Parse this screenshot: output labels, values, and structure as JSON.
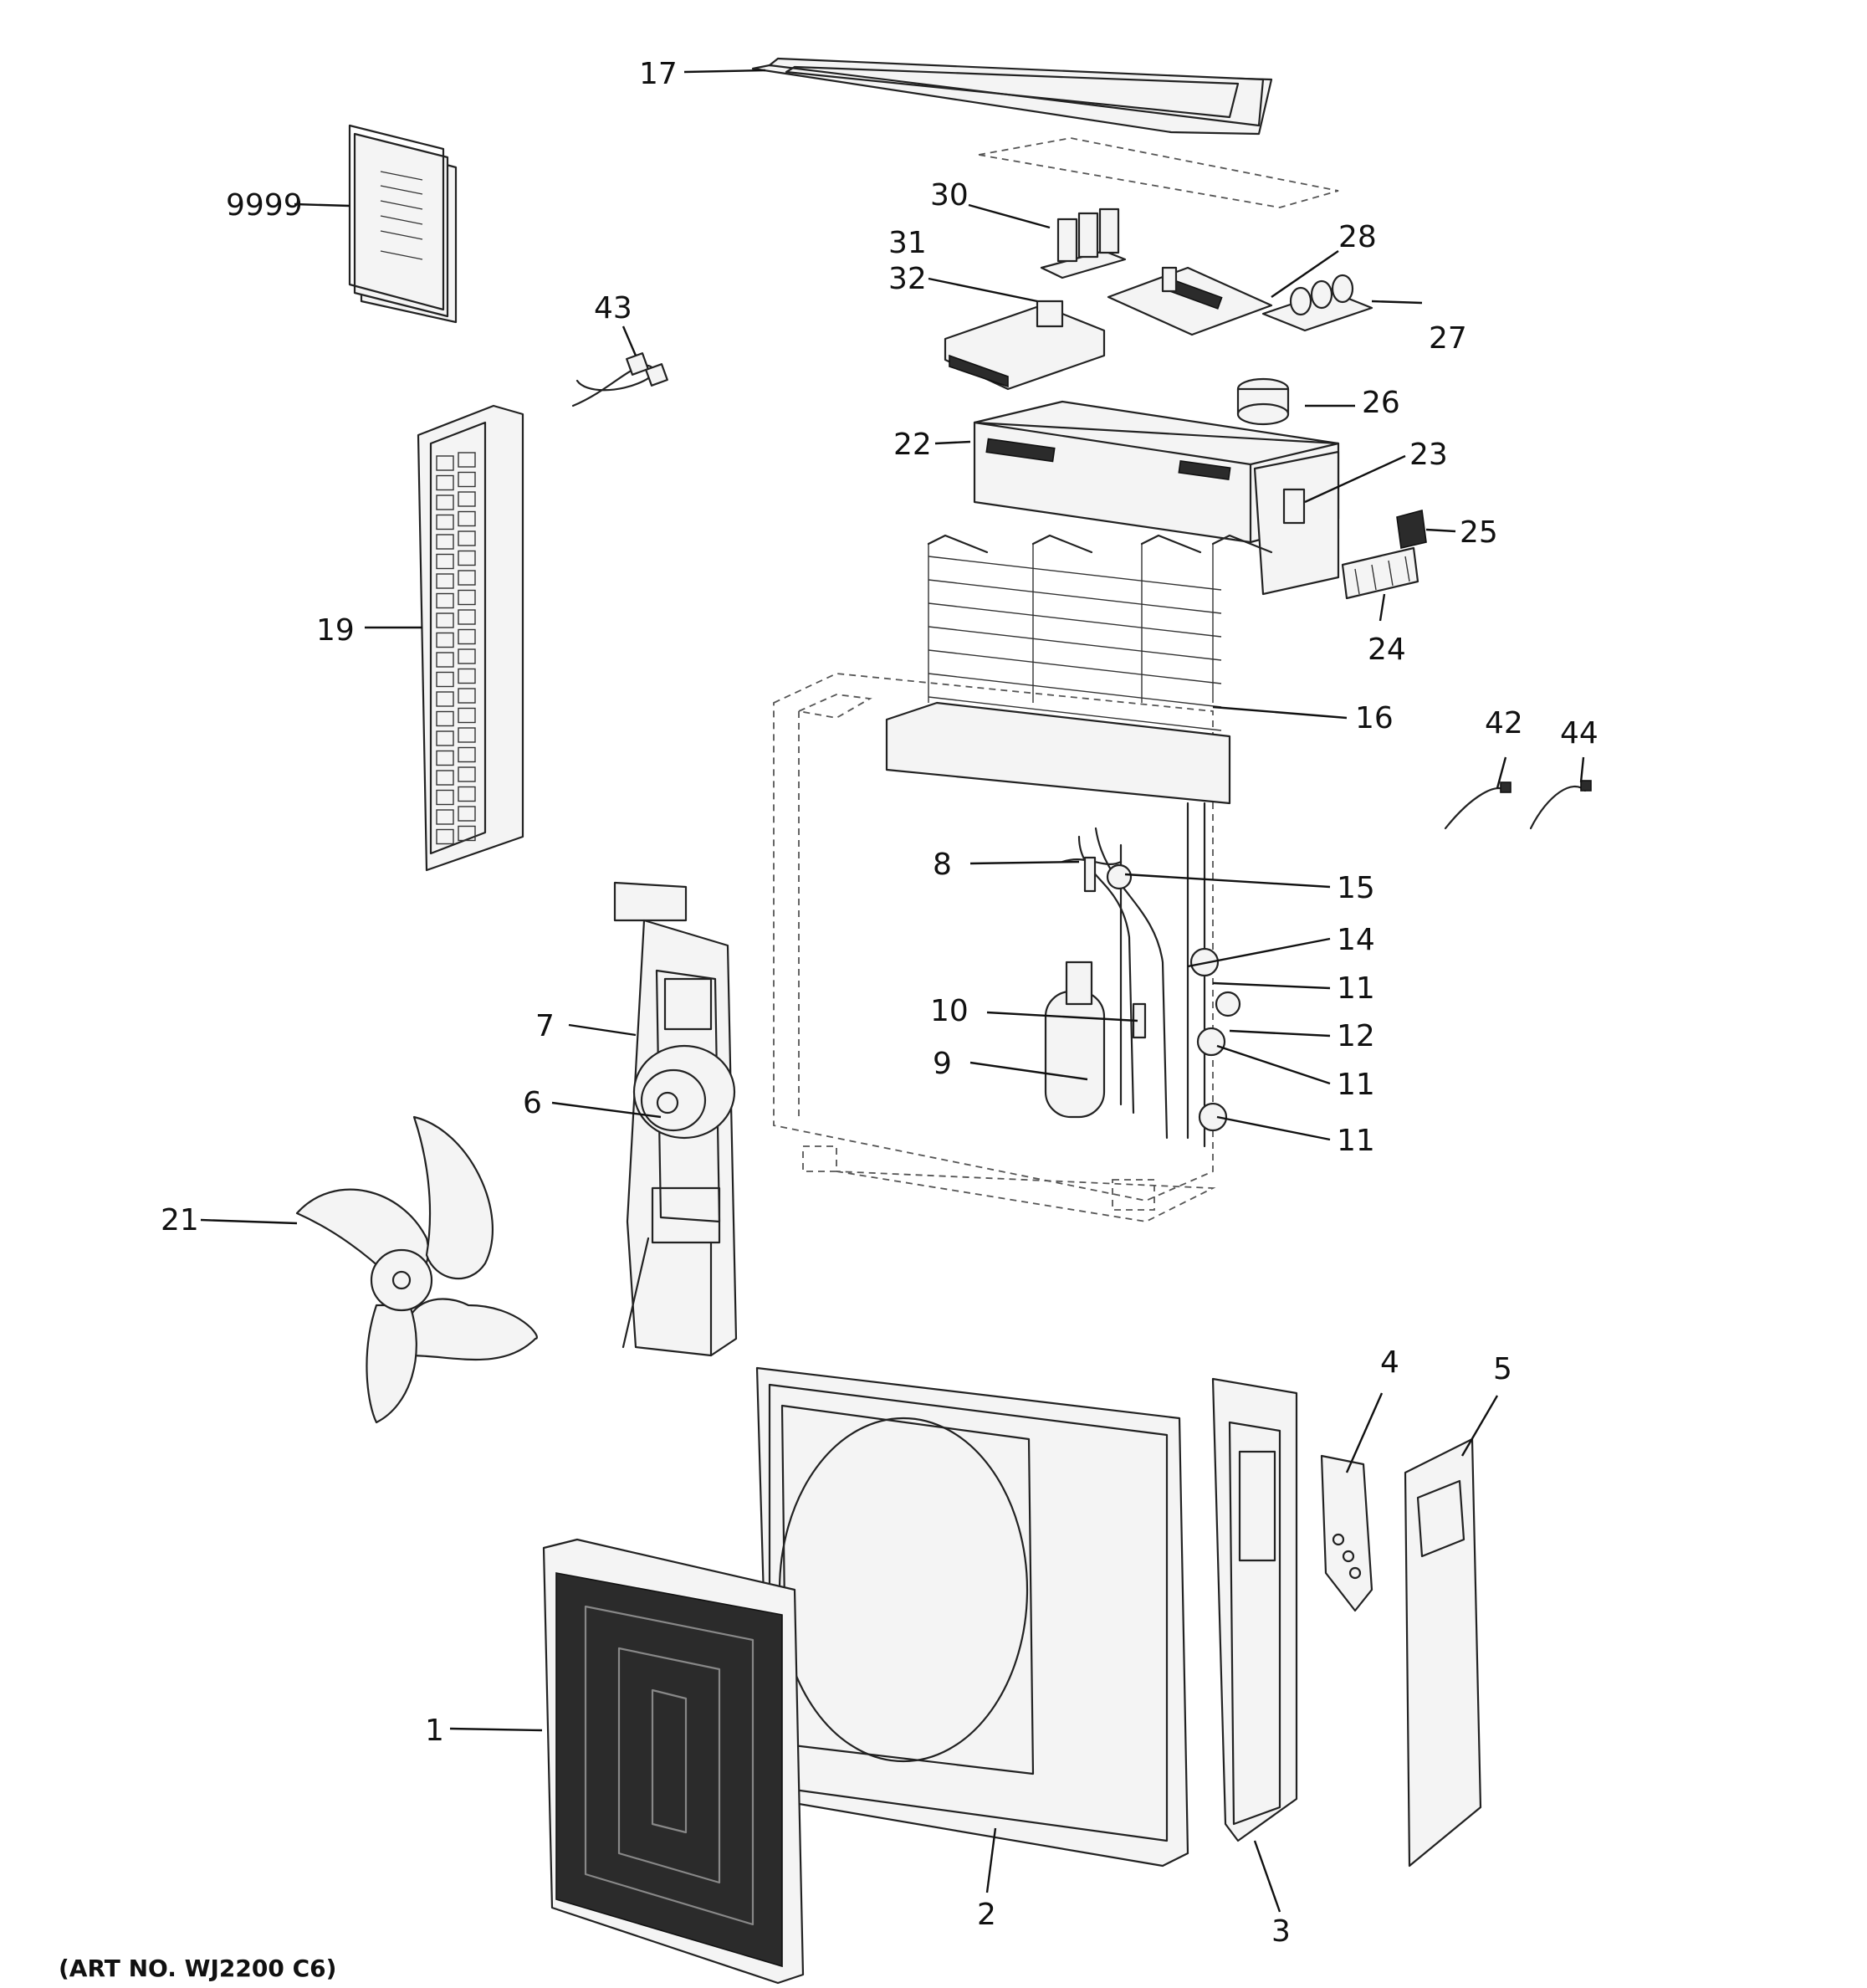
{
  "art_number": "(ART NO. WJ2200 C6)",
  "callouts": {
    "c17": "17",
    "c9999": "9999",
    "c30": "30",
    "c31": "31",
    "c32": "32",
    "c28": "28",
    "c27": "27",
    "c43": "43",
    "c26": "26",
    "c22": "22",
    "c23": "23",
    "c25": "25",
    "c19": "19",
    "c24": "24",
    "c16": "16",
    "c42": "42",
    "c44": "44",
    "c8": "8",
    "c15": "15",
    "c14": "14",
    "c11a": "11",
    "c10": "10",
    "c12": "12",
    "c7": "7",
    "c9": "9",
    "c11b": "11",
    "c6": "6",
    "c11c": "11",
    "c21": "21",
    "c4": "4",
    "c5": "5",
    "c1": "1",
    "c2": "2",
    "c3": "3"
  }
}
